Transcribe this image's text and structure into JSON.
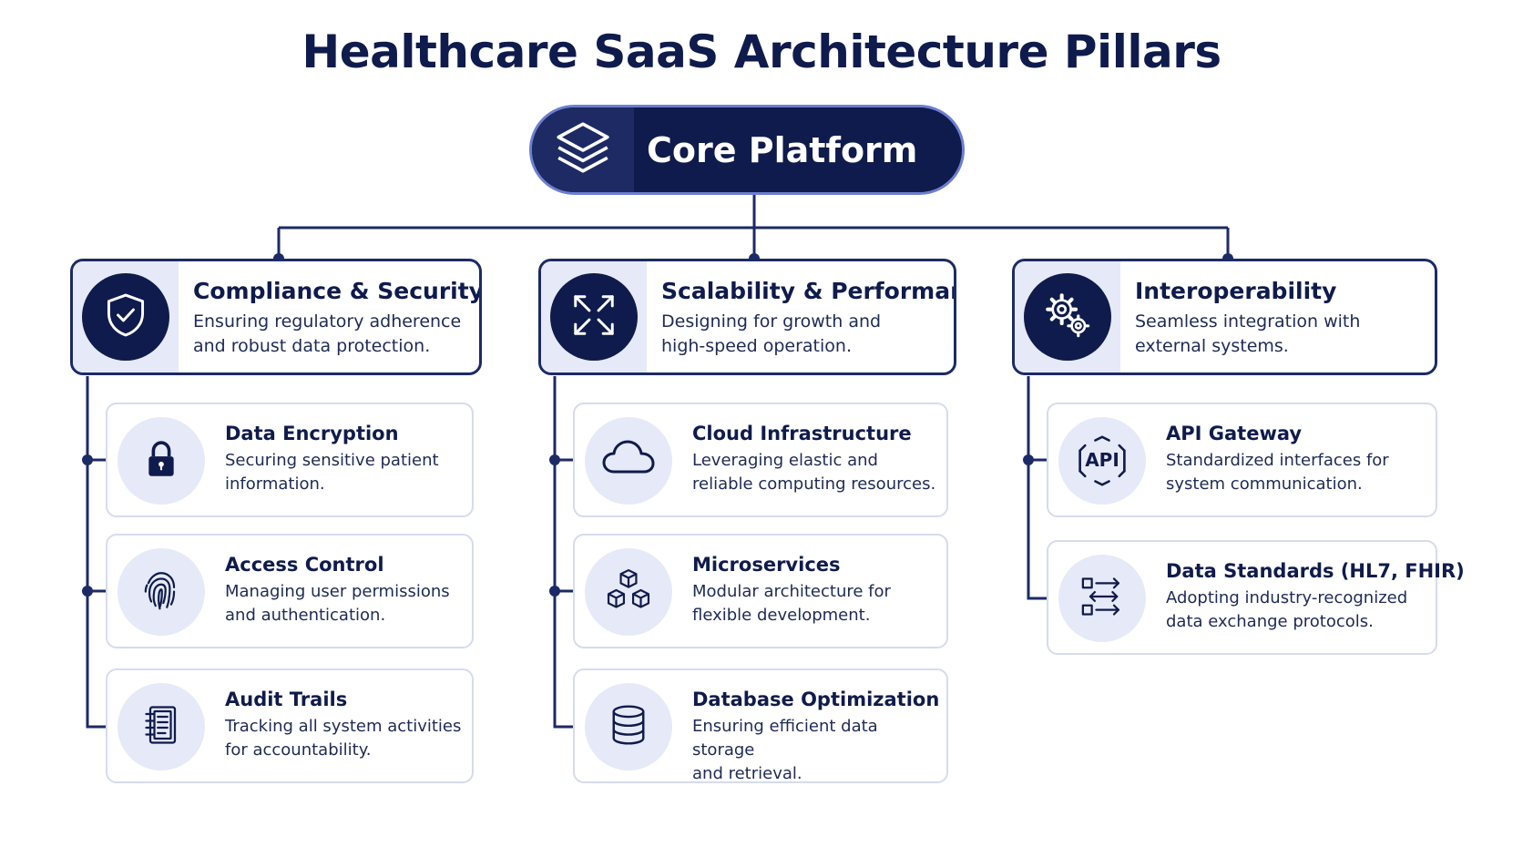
{
  "title": "Healthcare SaaS Architecture Pillars",
  "core": {
    "label": "Core Platform",
    "icon": "layers-icon"
  },
  "colors": {
    "navy": "#0f1b4c",
    "accent": "#6d7fd0",
    "icon_bg": "#e6e9f7",
    "card_border": "#d6dbee"
  },
  "pillars": [
    {
      "title": "Compliance & Security",
      "description": "Ensuring regulatory adherence\nand robust data protection.",
      "icon": "shield-check-icon",
      "items": [
        {
          "title": "Data Encryption",
          "description": "Securing sensitive patient\ninformation.",
          "icon": "lock-icon"
        },
        {
          "title": "Access Control",
          "description": "Managing user permissions\nand authentication.",
          "icon": "fingerprint-icon"
        },
        {
          "title": "Audit Trails",
          "description": "Tracking all system activities\nfor accountability.",
          "icon": "notebook-icon"
        }
      ]
    },
    {
      "title": "Scalability & Performance",
      "description": "Designing for growth and\nhigh-speed operation.",
      "icon": "expand-arrows-icon",
      "items": [
        {
          "title": "Cloud Infrastructure",
          "description": "Leveraging elastic and\nreliable computing resources.",
          "icon": "cloud-icon"
        },
        {
          "title": "Microservices",
          "description": "Modular architecture for\nflexible development.",
          "icon": "cubes-icon"
        },
        {
          "title": "Database Optimization",
          "description": "Ensuring efficient data storage\nand retrieval.",
          "icon": "database-icon"
        }
      ]
    },
    {
      "title": "Interoperability",
      "description": "Seamless integration with\nexternal systems.",
      "icon": "gears-icon",
      "items": [
        {
          "title": "API Gateway",
          "description": "Standardized interfaces for\nsystem communication.",
          "icon": "api-icon",
          "icon_text": "API"
        },
        {
          "title": "Data Standards (HL7, FHIR)",
          "description": "Adopting industry-recognized\ndata exchange protocols.",
          "icon": "data-flow-icon"
        }
      ]
    }
  ]
}
